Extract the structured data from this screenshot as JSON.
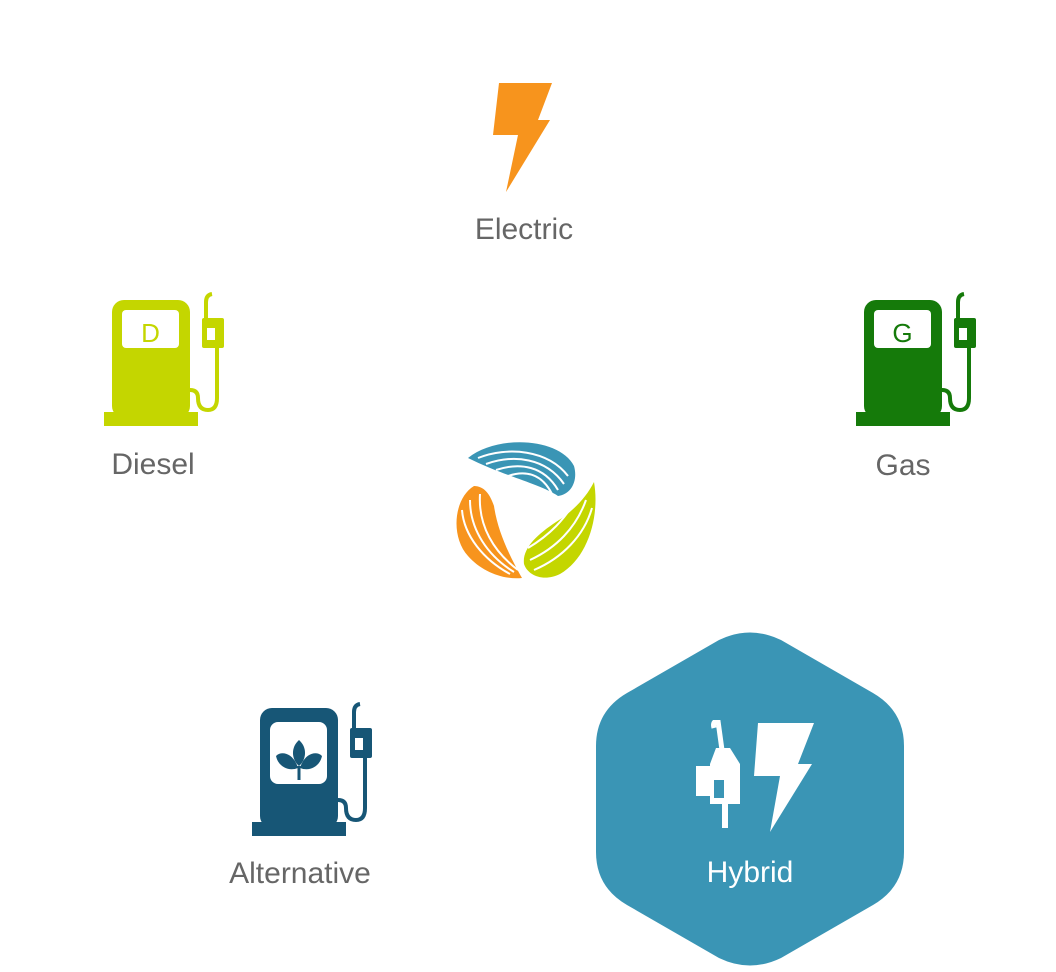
{
  "options": {
    "electric": {
      "label": "Electric"
    },
    "diesel": {
      "label": "Diesel",
      "pump_letter": "D"
    },
    "gas": {
      "label": "Gas",
      "pump_letter": "G"
    },
    "alternative": {
      "label": "Alternative"
    },
    "hybrid": {
      "label": "Hybrid",
      "selected": true
    }
  },
  "icons": {
    "electric": "lightning-bolt-icon",
    "diesel": "fuel-pump-icon",
    "gas": "fuel-pump-icon",
    "alternative": "leaf-fuel-pump-icon",
    "hybrid": "nozzle-and-bolt-icon",
    "center": "swirl-logo-icon"
  },
  "colors": {
    "electric": "#F7941D",
    "diesel": "#C4D600",
    "gas": "#157A0A",
    "alternative": "#175676",
    "hybrid_bg": "#3A95B5",
    "label_text": "#666666",
    "selected_label_text": "#FFFFFF"
  }
}
